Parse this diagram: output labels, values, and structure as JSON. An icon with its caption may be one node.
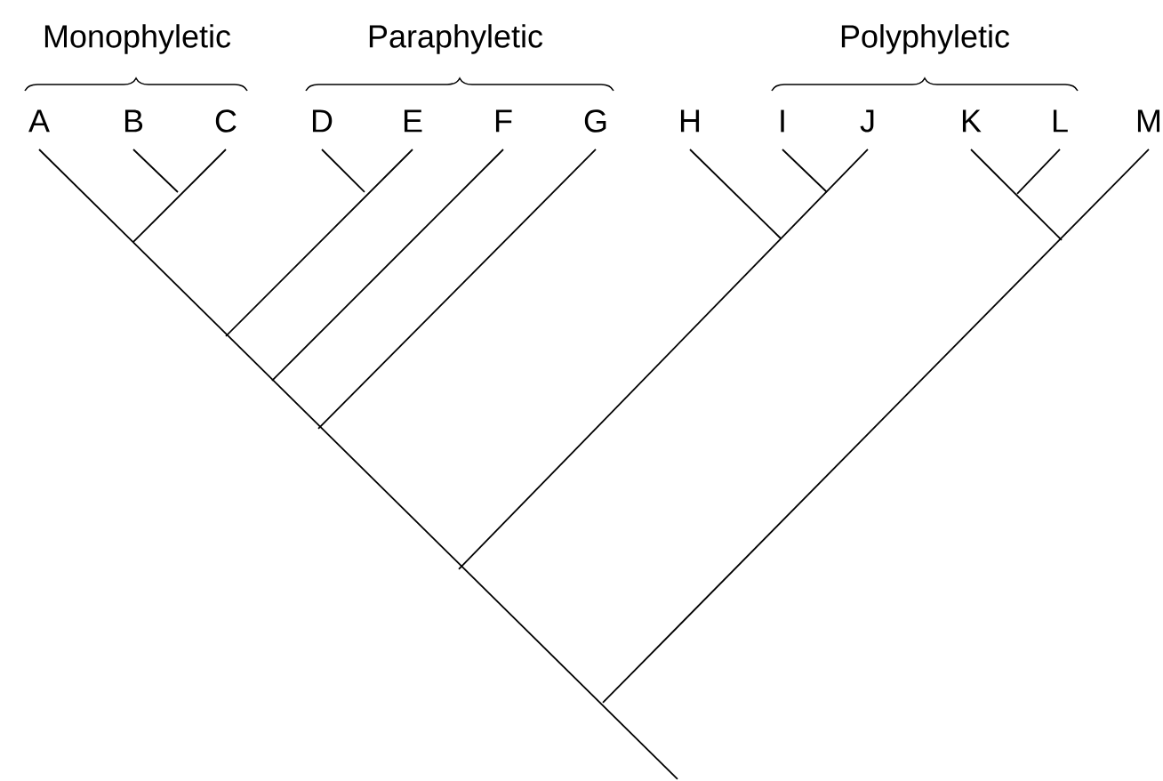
{
  "diagram": {
    "labels": [
      "Monophyletic",
      "Paraphyletic",
      "Polyphyletic",
      "A",
      "B",
      "C",
      "D",
      "E",
      "F",
      "G",
      "H",
      "I",
      "J",
      "K",
      "L",
      "M"
    ]
  }
}
